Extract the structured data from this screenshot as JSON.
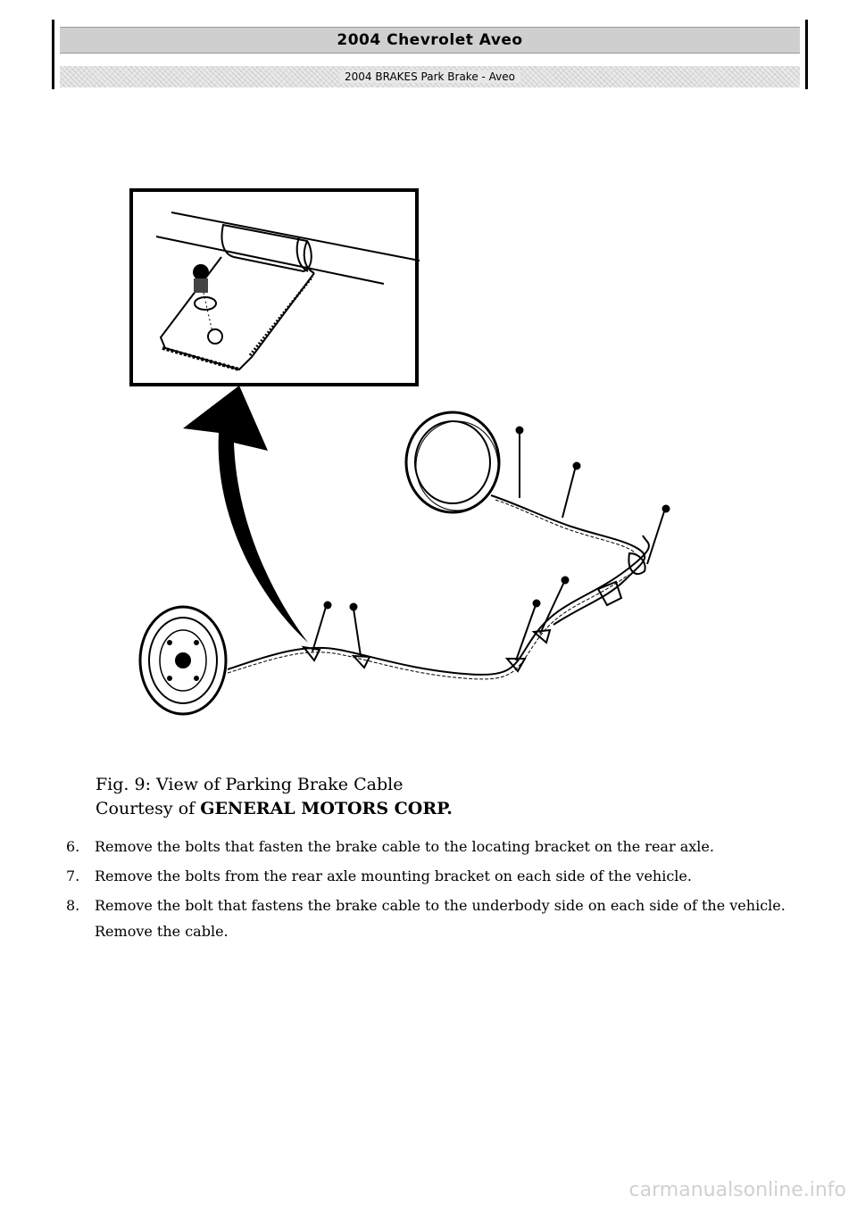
{
  "header": {
    "title": "2004 Chevrolet Aveo",
    "subtitle": "2004 BRAKES Park Brake - Aveo"
  },
  "figure": {
    "caption_title": "Fig. 9: View of Parking Brake Cable",
    "credit_prefix": "Courtesy of",
    "credit_org": "GENERAL MOTORS CORP."
  },
  "steps": [
    {
      "num": "6.",
      "text": "Remove the bolts that fasten the brake cable to the locating bracket on the rear axle."
    },
    {
      "num": "7.",
      "text": "Remove the bolts from the rear axle mounting bracket on each side of the vehicle."
    },
    {
      "num": "8.",
      "text": "Remove the bolt that fastens the brake cable to the underbody side on each side of the vehicle. Remove the cable."
    }
  ],
  "watermark": "carmanualsonline.info"
}
